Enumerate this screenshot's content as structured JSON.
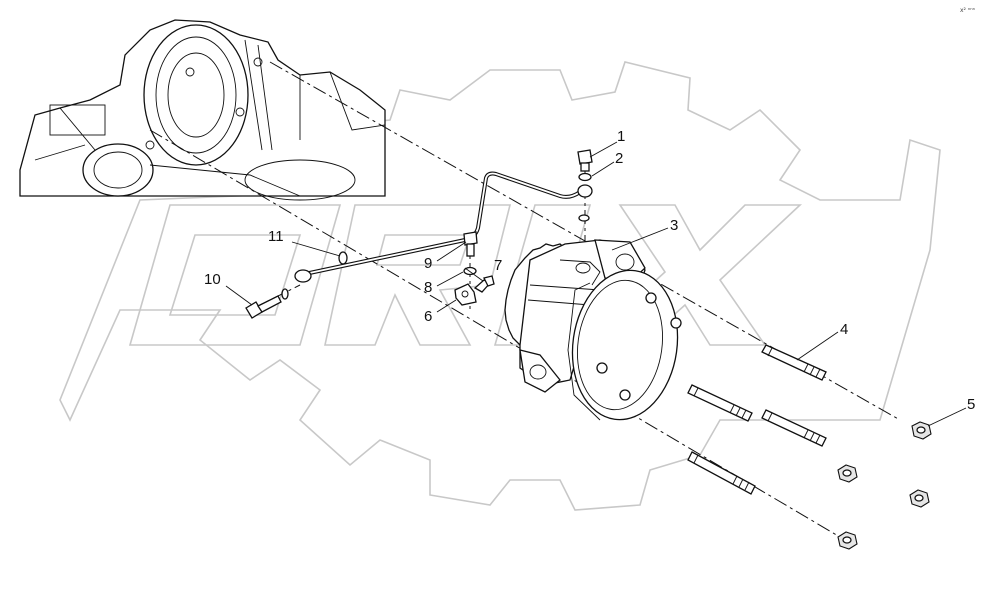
{
  "corner_mark": "x² ⁿⁿⁿ",
  "watermark": {
    "text": "ORIX"
  },
  "callouts": [
    {
      "id": 1,
      "label": "1"
    },
    {
      "id": 2,
      "label": "2"
    },
    {
      "id": 3,
      "label": "3"
    },
    {
      "id": 4,
      "label": "4"
    },
    {
      "id": 5,
      "label": "5"
    },
    {
      "id": 6,
      "label": "6"
    },
    {
      "id": 7,
      "label": "7"
    },
    {
      "id": 8,
      "label": "8"
    },
    {
      "id": 9,
      "label": "9"
    },
    {
      "id": 10,
      "label": "10"
    },
    {
      "id": 11,
      "label": "11"
    }
  ]
}
